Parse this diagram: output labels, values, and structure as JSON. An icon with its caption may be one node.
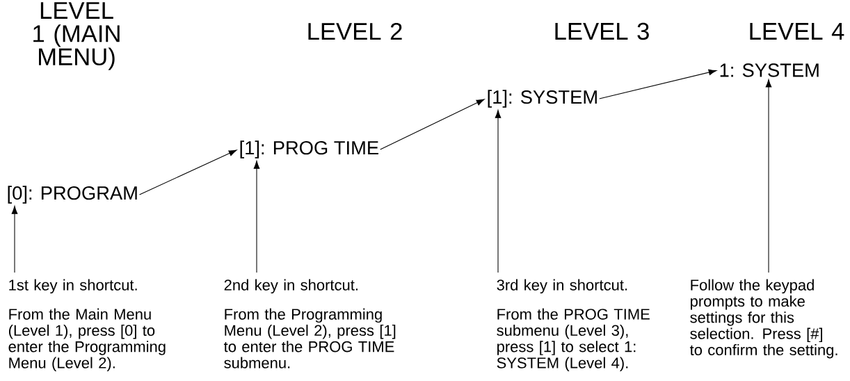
{
  "diagram": {
    "nodes": [
      {
        "text": [
          "[0]: PROGRAM"
        ]
      },
      {
        "text": [
          "[1]: PROG TIME"
        ]
      },
      {
        "text": [
          "[1]: SYSTEM"
        ]
      },
      {
        "text": [
          "1: SYSTEM"
        ]
      },
      {
        "text": [
          "1st key in shortcut.",
          "From the Main Menu (Level 1), press [0] to enter the Programming Menu (Level 2)."
        ]
      },
      {
        "text": [
          "2nd key in shortcut.",
          "From the Programming Menu (Level 2), press [1] to enter the PROG TIME submenu."
        ]
      },
      {
        "text": [
          "3rd key in shortcut.",
          "From the PROG TIME submenu (Level 3), press [1] to select 1: SYSTEM (Level 4)."
        ]
      },
      {
        "text": [
          "Follow the keypad prompts to make settings for this selection. Press [#] to confirm the setting."
        ]
      }
    ],
    "edges": [
      {
        "from": 0,
        "to": 1,
        "arrow": "to"
      },
      {
        "from": 1,
        "to": 2,
        "arrow": "to"
      },
      {
        "from": 2,
        "to": 3,
        "arrow": "to"
      },
      {
        "from": 4,
        "to": 0,
        "arrow": "to"
      },
      {
        "from": 5,
        "to": 1,
        "arrow": "to"
      },
      {
        "from": 6,
        "to": 2,
        "arrow": "to"
      },
      {
        "from": 7,
        "to": 3,
        "arrow": "to"
      }
    ],
    "labels": [
      "LEVEL 1 (MAIN MENU)",
      "LEVEL 2",
      "LEVEL 3",
      "LEVEL 4"
    ]
  }
}
